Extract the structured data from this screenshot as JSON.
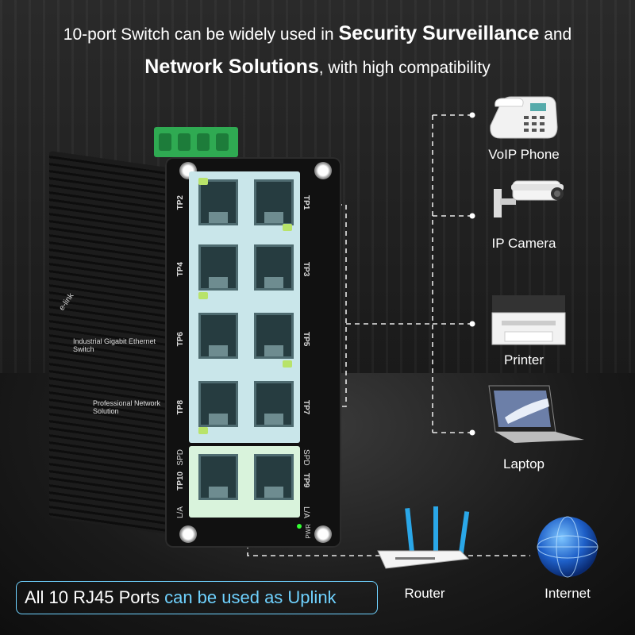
{
  "headline": {
    "line1_pre": "10-port Switch can be widely used in ",
    "line1_bold": "Security Surveillance",
    "line1_post": " and",
    "line2_bold": "Network Solutions",
    "line2_post": ", with high compatibility"
  },
  "devices": {
    "voip_phone": "VoIP Phone",
    "ip_camera": "IP Camera",
    "printer": "Printer",
    "laptop": "Laptop",
    "router": "Router",
    "internet": "Internet"
  },
  "switch": {
    "brand": "e-link",
    "model_text": "Industrial Gigabit Ethernet Switch",
    "tagline": "Professional Network Solution",
    "ports_left": [
      "TP2",
      "TP4",
      "TP6",
      "TP8",
      "TP10"
    ],
    "ports_right": [
      "TP1",
      "TP3",
      "TP5",
      "TP7",
      "TP9"
    ],
    "spd_label": "SPD",
    "la_label": "L/A",
    "pwr_label": "PWR"
  },
  "banner": {
    "pre": "All 10 RJ45 Ports ",
    "mid": "can",
    "post_hl": " be used as Uplink"
  },
  "colors": {
    "accent": "#6fd2ff",
    "led": "#b8e36a",
    "terminal": "#2faa52"
  }
}
